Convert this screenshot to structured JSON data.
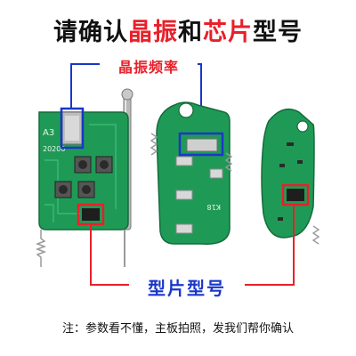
{
  "title": {
    "part1": "请确认",
    "part2": "晶振",
    "part3": "和",
    "part4": "芯片",
    "part5": "型号"
  },
  "labels": {
    "crystal_frequency": "晶振频率",
    "chip_model": "型片型号"
  },
  "boards": {
    "left_text_a3": "A3",
    "left_text_code": "20200",
    "middle_text_k18": "K18"
  },
  "note": "注：参数看不懂，主板拍照，发我们帮你确认",
  "colors": {
    "accent_red": "#e8202a",
    "accent_blue": "#1a37c9",
    "pcb_green": "#1f9a56"
  }
}
